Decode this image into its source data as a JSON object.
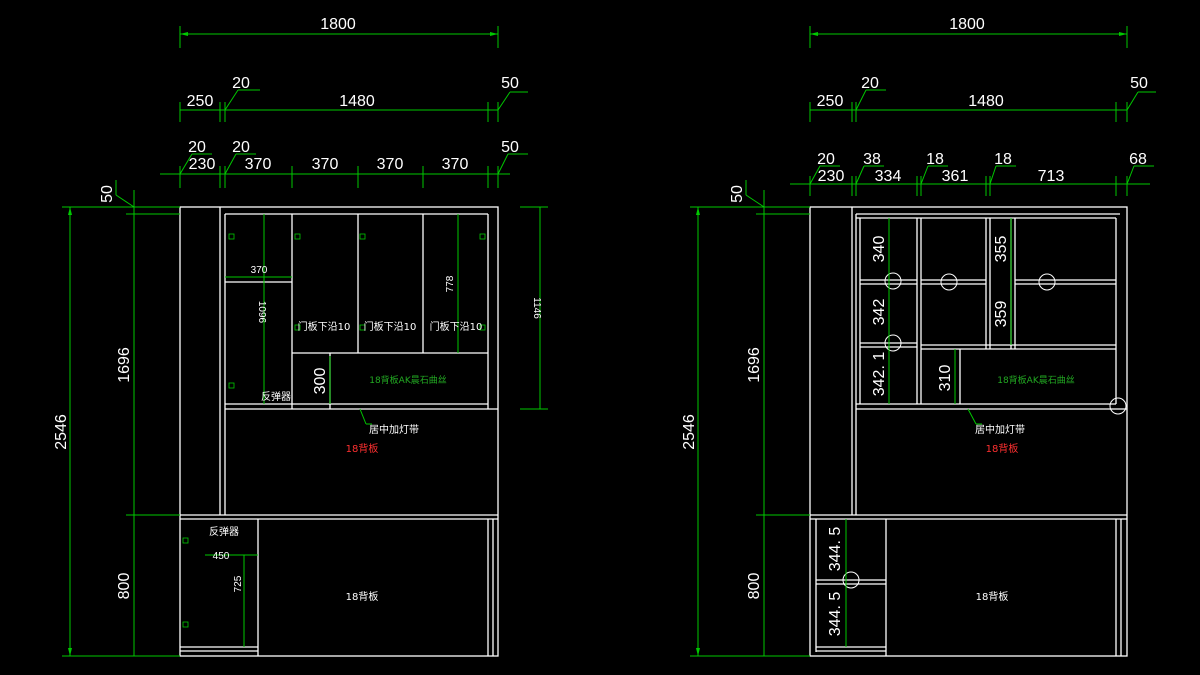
{
  "drawing_a": {
    "dims": {
      "overall_width": "1800",
      "side_left": "250",
      "gap_left": "20",
      "middle": "1480",
      "side_right": "50",
      "col_gap_left": "20",
      "col1": "230",
      "col_gap2": "20",
      "col2": "370",
      "col3": "370",
      "col4": "370",
      "col5": "370",
      "col_right": "50",
      "top_offset": "50",
      "total_height": "2546",
      "upper_height": "1696",
      "lower_height": "800",
      "inner_width": "370",
      "door_height": "1096",
      "cab_height": "778",
      "right_height": "1146",
      "niche_height": "300",
      "lower_width": "450",
      "lower_door": "725"
    },
    "labels": {
      "door1": "门板下沿10",
      "door2": "门板下沿10",
      "door3": "门板下沿10",
      "back_marble": "18背板AK晨石曲丝",
      "rebound1": "反弹器",
      "center_light": "居中加灯带",
      "back_red": "18背板",
      "rebound2": "反弹器",
      "back_lower": "18背板"
    }
  },
  "drawing_b": {
    "dims": {
      "overall_width": "1800",
      "side_left": "250",
      "gap_left": "20",
      "middle": "1480",
      "side_right": "50",
      "col_gap_left": "20",
      "col1": "230",
      "gap2": "38",
      "col2": "334",
      "gap3": "18",
      "col3": "361",
      "gap4": "18",
      "col4": "713",
      "col_right": "68",
      "top_offset": "50",
      "total_height": "2546",
      "upper_height": "1696",
      "lower_height": "800",
      "shelf1": "340",
      "shelf2": "342",
      "shelf3": "342. 1",
      "mid1": "355",
      "mid2": "359",
      "niche": "310",
      "lower1": "344. 5",
      "lower2": "344. 5"
    },
    "labels": {
      "back_marble": "18背板AK晨石曲丝",
      "center_light": "居中加灯带",
      "back_red": "18背板",
      "back_lower": "18背板"
    }
  }
}
